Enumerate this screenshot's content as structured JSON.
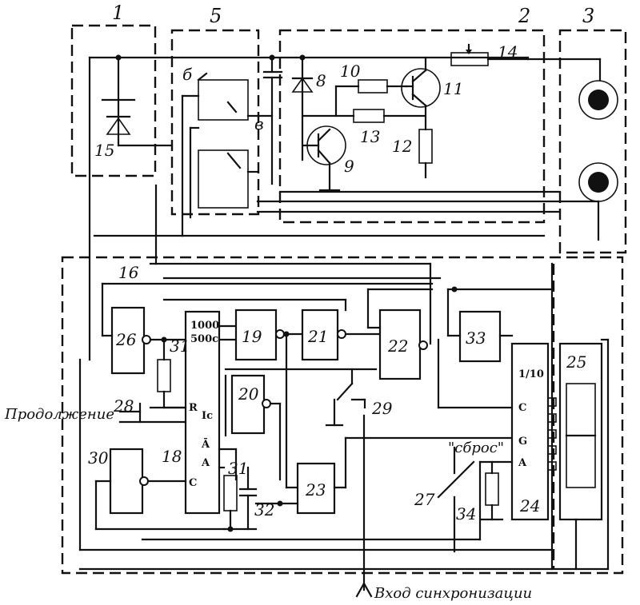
{
  "blocks": {
    "b1": "1",
    "b2": "2",
    "b3": "3",
    "b5": "5",
    "b16": "16",
    "b19": "19",
    "b20": "20",
    "b21": "21",
    "b22": "22",
    "b23": "23",
    "b24": "24",
    "b25": "25",
    "b26": "26",
    "b30": "30",
    "b33": "33",
    "b18": "18"
  },
  "parts": {
    "p6": "б",
    "p7": "в",
    "p8": "8",
    "p9": "9",
    "p10": "10",
    "p11": "11",
    "p12": "12",
    "p13": "13",
    "p14": "14",
    "p15": "15",
    "p27": "27",
    "p28": "28",
    "p29": "29",
    "p31": "31",
    "p31b": "31",
    "p32": "32",
    "p34": "34"
  },
  "pins": {
    "c1000": "1000",
    "c500": "500с",
    "R": "R",
    "Ic": "Ic",
    "Abar": "Ā",
    "A": "A",
    "C": "C",
    "div": "1/10",
    "c24": "C",
    "g24": "G",
    "a24": "A"
  },
  "captions": {
    "continue": "Продолжение",
    "reset": "\"сброс\"",
    "sync": "Вход синхронизации"
  }
}
